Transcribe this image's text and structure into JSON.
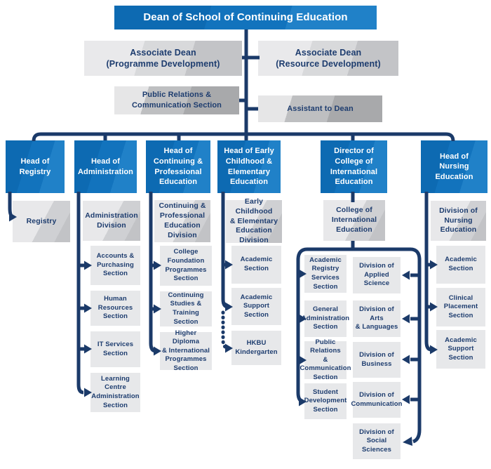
{
  "colors": {
    "accent_blue": "#1273bd",
    "line_navy": "#1b3a69",
    "text_navy": "#1e3d6f",
    "box_gray_light": "#e7e8ea",
    "box_gray_mid": "#b0b1b3"
  },
  "org": {
    "dean": "Dean of School of Continuing Education",
    "associate_deans": [
      "Associate Dean\n(Programme Development)",
      "Associate Dean\n(Resource Development)"
    ],
    "pr_comm": "Public Relations &\nCommunication Section",
    "assistant": "Assistant to Dean",
    "registry": {
      "head": "Head of\nRegistry",
      "division": "Registry"
    },
    "administration": {
      "head": "Head of\nAdministration",
      "division": "Administration\nDivision",
      "sections": [
        "Accounts &\nPurchasing\nSection",
        "Human\nResources\nSection",
        "IT Services\nSection",
        "Learning Centre\nAdministration\nSection"
      ]
    },
    "cpe": {
      "head": "Head of\nContinuing &\nProfessional\nEducation",
      "division": "Continuing &\nProfessional\nEducation\nDivision",
      "sections": [
        "College\nFoundation\nProgrammes\nSection",
        "Continuing\nStudies &\nTraining Section",
        "Higher Diploma\n& International\nProgrammes\nSection"
      ]
    },
    "ece": {
      "head": "Head of Early\nChildhood &\nElementary\nEducation",
      "division": "Early Childhood\n& Elementary\nEducation\nDivision",
      "sections": [
        "Academic\nSection",
        "Academic\nSupport\nSection",
        "HKBU\nKindergarten"
      ]
    },
    "cie": {
      "head": "Director of\nCollege of\nInternational\nEducation",
      "division": "College of\nInternational\nEducation",
      "admin_sections": [
        "Academic\nRegistry\nServices\nSection",
        "General\nAdministration\nSection",
        "Public Relations\n&\nCommunication\nSection",
        "Student\nDevelopment\nSection"
      ],
      "divisions": [
        "Division of\nApplied Science",
        "Division of Arts\n& Languages",
        "Division of\nBusiness",
        "Division of\nCommunication",
        "Division of\nSocial Sciences"
      ]
    },
    "nursing": {
      "head": "Head of\nNursing\nEducation",
      "division": "Division of\nNursing\nEducation",
      "sections": [
        "Academic\nSection",
        "Clinical\nPlacement\nSection",
        "Academic\nSupport\nSection"
      ]
    }
  }
}
